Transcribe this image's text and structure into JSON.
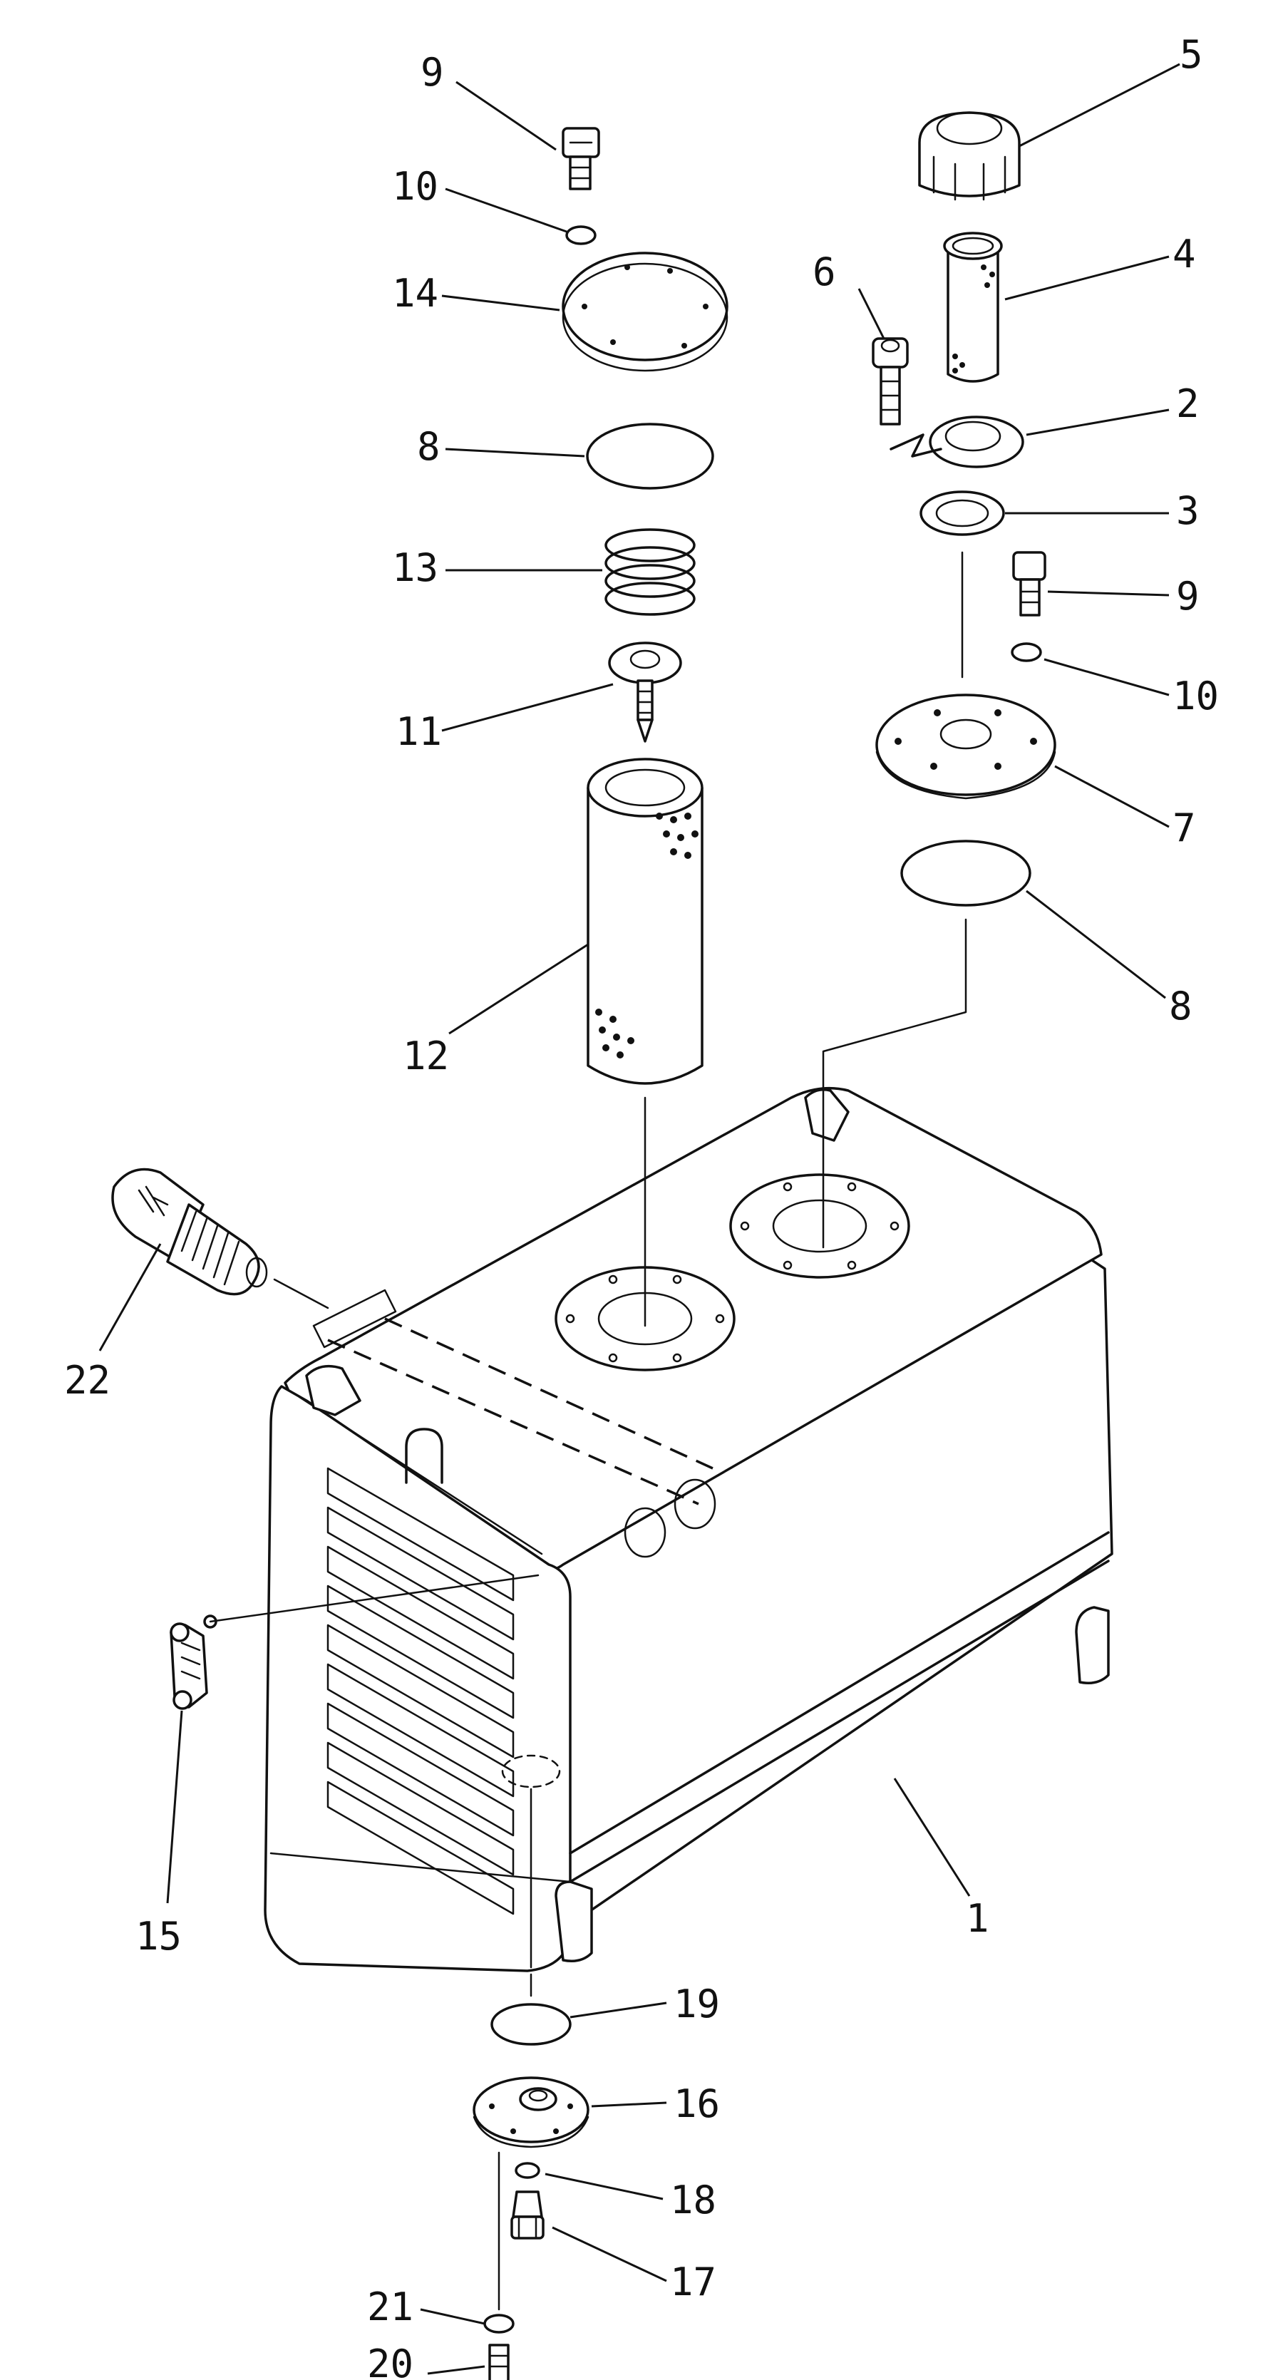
{
  "diagram": {
    "type": "exploded-parts-view",
    "callouts": [
      {
        "id": "c9a",
        "label": "9"
      },
      {
        "id": "c10a",
        "label": "10"
      },
      {
        "id": "c14",
        "label": "14"
      },
      {
        "id": "c8a",
        "label": "8"
      },
      {
        "id": "c13",
        "label": "13"
      },
      {
        "id": "c11",
        "label": "11"
      },
      {
        "id": "c12",
        "label": "12"
      },
      {
        "id": "c22",
        "label": "22"
      },
      {
        "id": "c15",
        "label": "15"
      },
      {
        "id": "c5",
        "label": "5"
      },
      {
        "id": "c4",
        "label": "4"
      },
      {
        "id": "c6",
        "label": "6"
      },
      {
        "id": "c2",
        "label": "2"
      },
      {
        "id": "c3",
        "label": "3"
      },
      {
        "id": "c9b",
        "label": "9"
      },
      {
        "id": "c10b",
        "label": "10"
      },
      {
        "id": "c7",
        "label": "7"
      },
      {
        "id": "c8b",
        "label": "8"
      },
      {
        "id": "c1",
        "label": "1"
      },
      {
        "id": "c19",
        "label": "19"
      },
      {
        "id": "c16",
        "label": "16"
      },
      {
        "id": "c18",
        "label": "18"
      },
      {
        "id": "c17",
        "label": "17"
      },
      {
        "id": "c21",
        "label": "21"
      },
      {
        "id": "c20",
        "label": "20"
      }
    ]
  }
}
